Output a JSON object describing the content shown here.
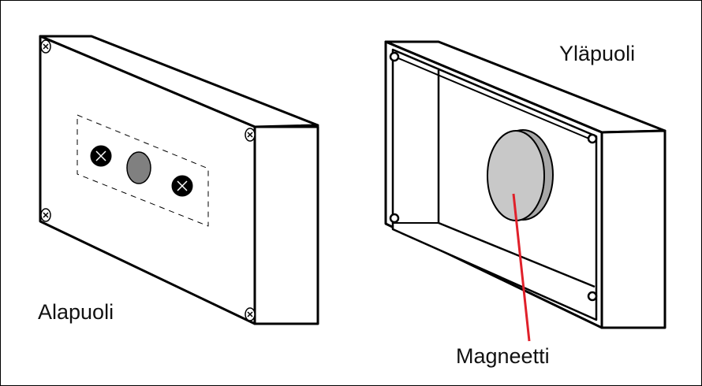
{
  "labels": {
    "bottom_side": "Alapuoli",
    "top_side": "Yläpuoli",
    "magnet": "Magneetti"
  },
  "colors": {
    "outline": "#000000",
    "button_gray": "#808080",
    "magnet_gray": "#c8c8c8",
    "pointer_red": "#e0202a"
  }
}
